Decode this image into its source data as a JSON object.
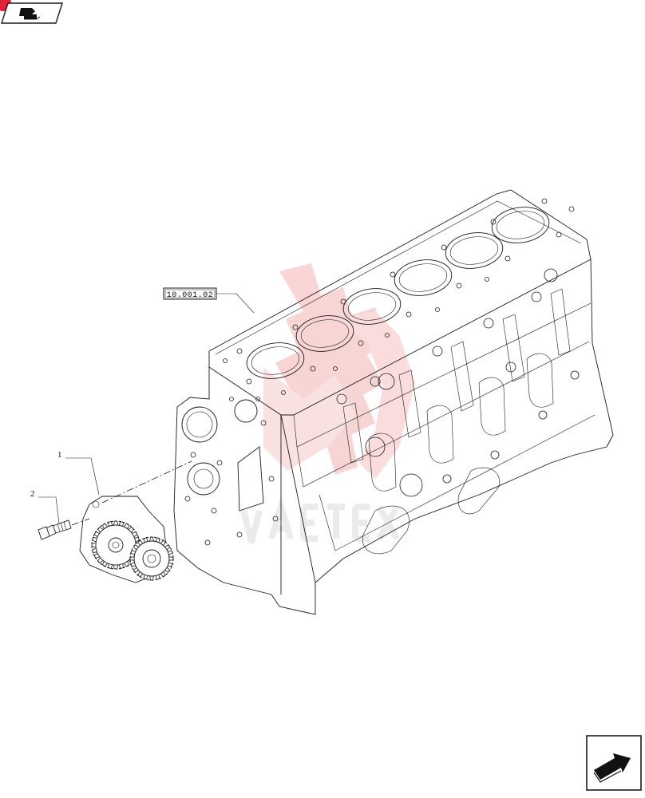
{
  "diagram": {
    "callouts": [
      {
        "id": "1",
        "label": "1"
      },
      {
        "id": "2",
        "label": "2"
      }
    ],
    "reference_box": {
      "label": "10.001.02"
    }
  },
  "nav": {
    "top_left_icon": "previous-page-icon",
    "bottom_right_icon": "next-page-icon"
  },
  "colors": {
    "line": "#1a1a1a",
    "watermark": "#f2a7a7",
    "badge": "#e0223a"
  }
}
